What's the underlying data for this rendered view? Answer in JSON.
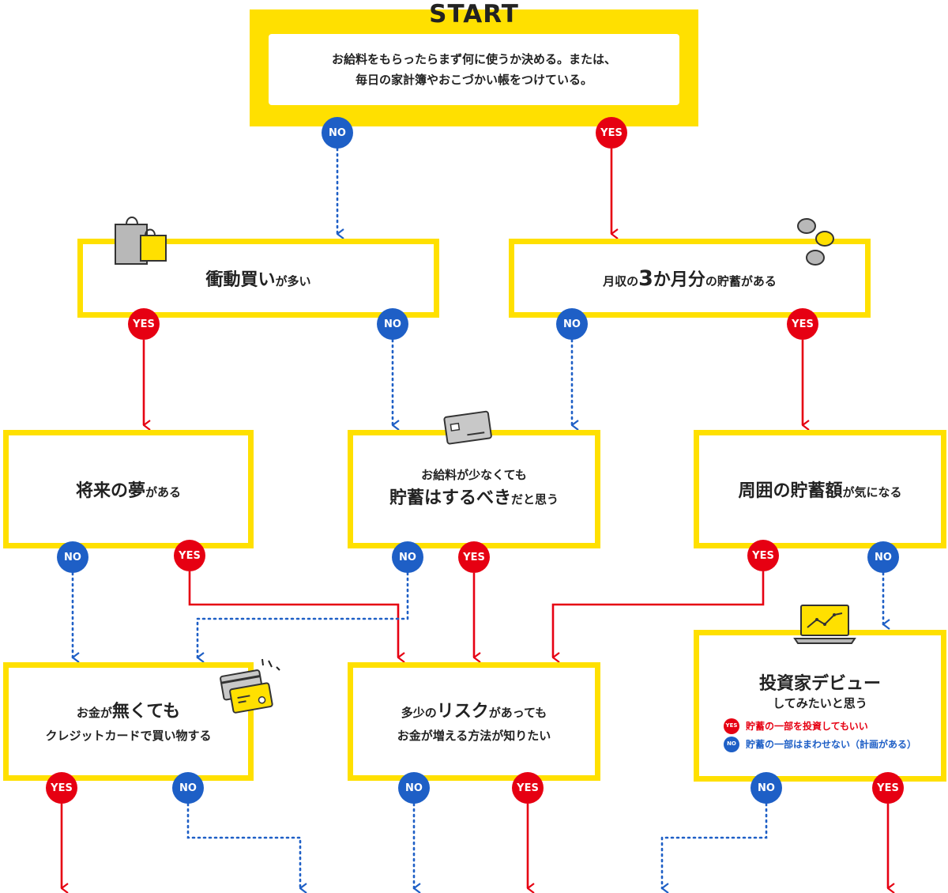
{
  "colors": {
    "yes": "#E60012",
    "no": "#1E5FC6",
    "box_border": "#FFE000"
  },
  "start": {
    "title": "START",
    "line1": "お給料をもらったらまず何に使うか決める。または、",
    "line2": "毎日の家計簿やおこづかい帳をつけている。"
  },
  "badges": {
    "yes": "YES",
    "no": "NO"
  },
  "q1": {
    "big": "衝動買い",
    "small": "が多い",
    "icon": "shopping-bags-icon"
  },
  "q2": {
    "s1": "月収の",
    "num": "3",
    "s2": "か月分",
    "s3": "の貯蓄がある",
    "icon": "coins-icon"
  },
  "q3": {
    "big": "将来の夢",
    "small": "がある"
  },
  "q4": {
    "line1": "お給料が少なくても",
    "big": "貯蓄はするべき",
    "small": "だと思う",
    "icon": "credit-card-icon"
  },
  "q5": {
    "big": "周囲の貯蓄額",
    "small": "が気になる"
  },
  "q6": {
    "s1": "お金が",
    "big": "無くても",
    "line2": "クレジットカードで買い物する",
    "icon": "credit-cards-icon"
  },
  "q7": {
    "s1": "多少の",
    "big": "リスク",
    "s2": "があっても",
    "line2": "お金が増える方法が知りたい"
  },
  "q8": {
    "big": "投資家デビュー",
    "line2": "してみたいと思う",
    "legend_yes": "貯蓄の一部を投資してもいい",
    "legend_no": "貯蓄の一部はまわせない（計画がある）",
    "icon": "laptop-chart-icon"
  }
}
